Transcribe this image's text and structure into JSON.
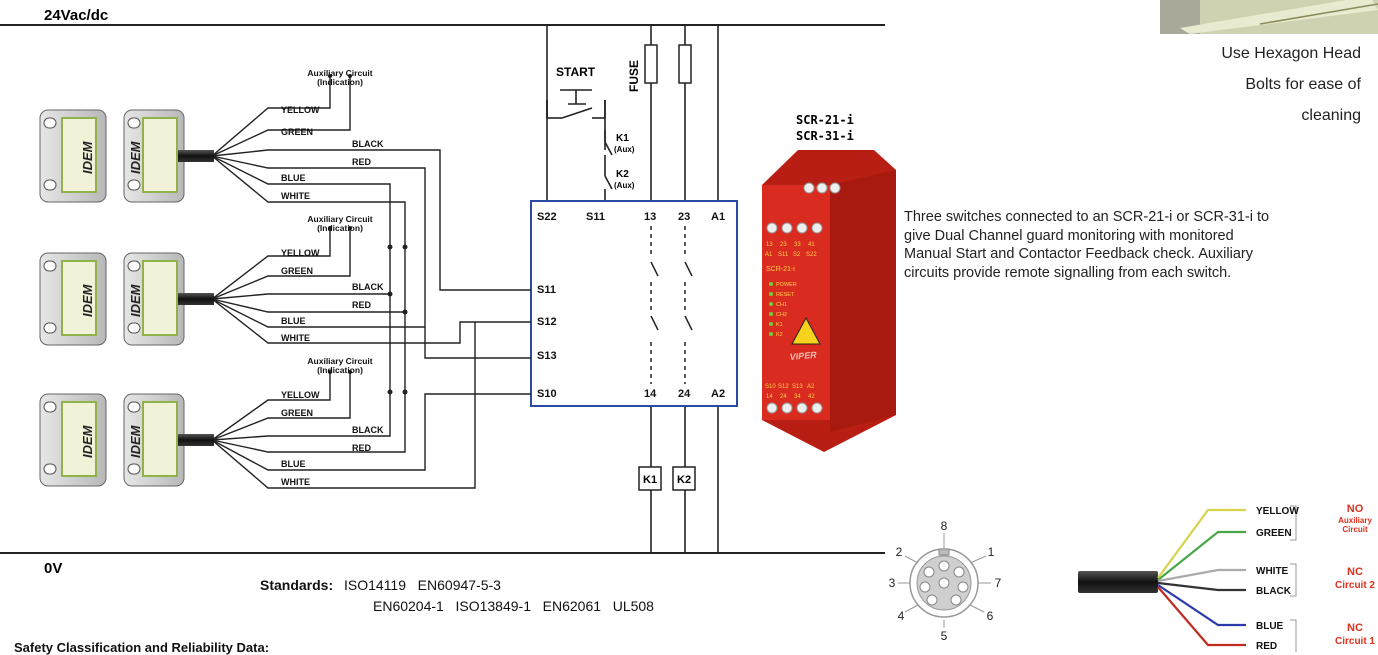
{
  "supply": {
    "top": "24Vac/dc",
    "bottom": "0V"
  },
  "aux_circuit": {
    "line1": "Auxiliary Circuit",
    "line2": "(Indication)"
  },
  "wires": {
    "yellow": "YELLOW",
    "green": "GREEN",
    "black": "BLACK",
    "red": "RED",
    "blue": "BLUE",
    "white": "WHITE"
  },
  "switch_brand": "IDEM",
  "start_label": "START",
  "fuse_label": "FUSE",
  "k1_aux": {
    "name": "K1",
    "sub": "(Aux)"
  },
  "k2_aux": {
    "name": "K2",
    "sub": "(Aux)"
  },
  "relay_terminals": {
    "top": [
      "S22",
      "S11",
      "13",
      "23",
      "A1"
    ],
    "left": [
      "S11",
      "S12",
      "S13",
      "S10"
    ],
    "bottom": [
      "14",
      "24",
      "A2"
    ]
  },
  "contactors": [
    "K1",
    "K2"
  ],
  "product": {
    "model1": "SCR-21-i",
    "model2": "SCR-31-i",
    "leds": [
      "POWER",
      "RESET",
      "CH1",
      "CH2",
      "K1",
      "K2"
    ],
    "brand": "VIPER",
    "terminals_top": [
      "13",
      "23",
      "33",
      "41"
    ],
    "terminals_top2": [
      "A1",
      "S11",
      "S2",
      "S22"
    ],
    "terminals_bottom": [
      "S10",
      "S12",
      "S13",
      "A2"
    ],
    "terminals_bottom2": [
      "14",
      "24",
      "34",
      "42"
    ]
  },
  "caption_right": {
    "l1": "Use Hexagon Head",
    "l2": "Bolts for ease of",
    "l3": "cleaning"
  },
  "description": "Three switches connected to an SCR-21-i or SCR-31-i to give Dual Channel guard monitoring with monitored Manual Start and Contactor Feedback check. Auxiliary circuits provide remote signalling from each switch.",
  "standards": {
    "label": "Standards:",
    "line1": "ISO14119   EN60947-5-3",
    "line2": "EN60204-1   ISO13849-1   EN62061   UL508"
  },
  "safety_heading": "Safety Classification and Reliability Data:",
  "connector_pins": [
    "8",
    "1",
    "2",
    "3",
    "7",
    "4",
    "6",
    "5"
  ],
  "cable_legend": {
    "wires": [
      "YELLOW",
      "GREEN",
      "WHITE",
      "BLACK",
      "BLUE",
      "RED"
    ],
    "groups": [
      {
        "l1": "NO",
        "l2": "Auxiliary",
        "l3": "Circuit"
      },
      {
        "l1": "NC",
        "l2": "Circuit 2"
      },
      {
        "l1": "NC",
        "l2": "Circuit 1"
      }
    ]
  },
  "colors": {
    "relay_box": "#2a4aa3",
    "product_red": "#d92b1f",
    "legend_red": "#e0301e",
    "line": "#222222"
  }
}
